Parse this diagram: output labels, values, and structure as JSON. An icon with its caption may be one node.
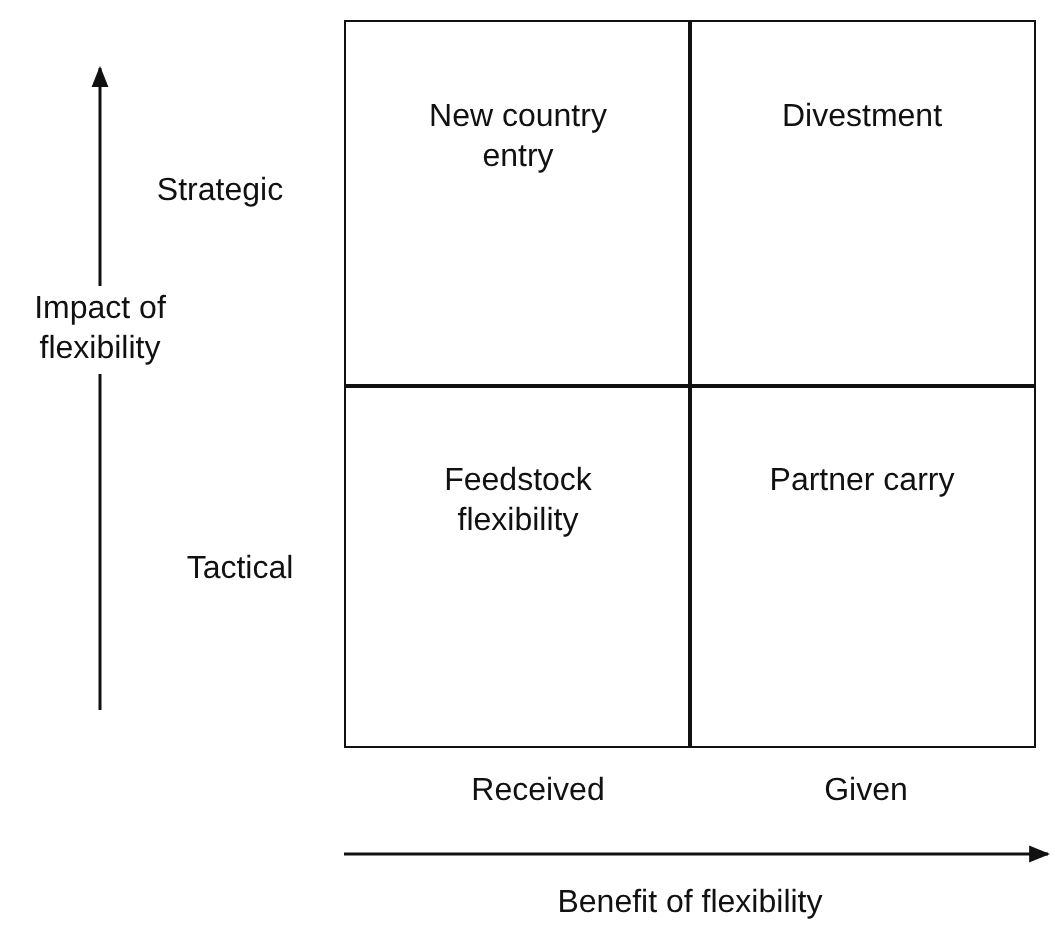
{
  "diagram": {
    "nodes": [
      {
        "text": [
          "New country entry"
        ]
      },
      {
        "text": [
          "Divestment"
        ]
      },
      {
        "text": [
          "Feedstock flexibility"
        ]
      },
      {
        "text": [
          "Partner carry"
        ]
      }
    ],
    "labels": [
      "Strategic",
      "Impact of flexibility",
      "Tactical",
      "Received",
      "Given",
      "Benefit of flexibility"
    ]
  }
}
